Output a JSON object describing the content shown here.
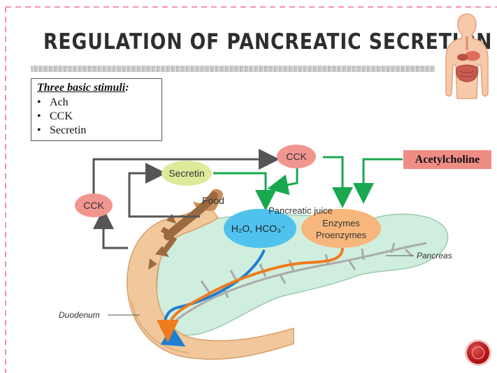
{
  "slide": {
    "title": "REGULATION OF PANCREATIC SECRETION"
  },
  "stimuli": {
    "heading": "Three basic stimuli",
    "heading_suffix": ":",
    "items": [
      "Ach",
      "CCK",
      "Secretin"
    ]
  },
  "diagram": {
    "cck_left": "CCK",
    "cck_top": "CCK",
    "secretin": "Secretin",
    "food": "Food",
    "pancreatic_juice": "Pancreatic juice",
    "aqueous": "H₂O, HCO₃⁻",
    "enzymes": "Enzymes",
    "proenzymes": "Proenzymes",
    "pancreas": "Pancreas",
    "duodenum": "Duodenum"
  },
  "acetylcholine_label": "Acetylcholine",
  "colors": {
    "frame_dash": "#f06aa8",
    "cck_fill": "#f1968f",
    "secretin_fill": "#dfe99a",
    "aqueous_fill": "#4fc3ee",
    "enzymes_fill": "#f7b77c",
    "pancreas_fill": "#cfeedd",
    "duodenum_fill": "#f0c89c",
    "green_arrow": "#1aa84f",
    "gray_arrow": "#555555",
    "blue_flow": "#1f7fd0",
    "orange_flow": "#f07b1c"
  }
}
